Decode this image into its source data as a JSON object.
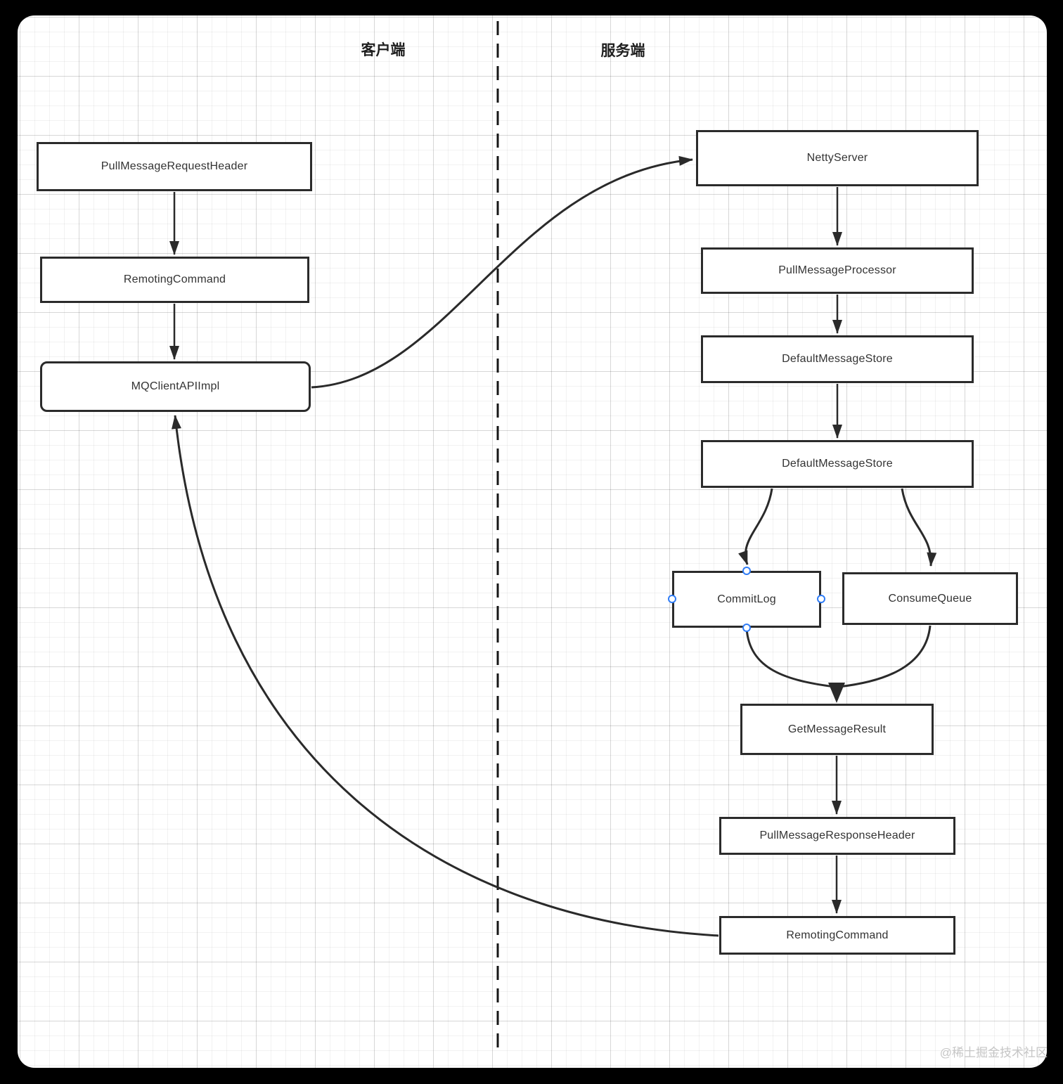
{
  "sections": {
    "client_label": "客户端",
    "server_label": "服务端"
  },
  "nodes": {
    "pullMessageRequestHeader": {
      "label": "PullMessageRequestHeader"
    },
    "remotingCommandClient": {
      "label": "RemotingCommand"
    },
    "mqClientAPIImpl": {
      "label": "MQClientAPIImpl"
    },
    "nettyServer": {
      "label": "NettyServer"
    },
    "pullMessageProcessor": {
      "label": "PullMessageProcessor"
    },
    "defaultMessageStore1": {
      "label": "DefaultMessageStore"
    },
    "defaultMessageStore2": {
      "label": "DefaultMessageStore"
    },
    "commitLog": {
      "label": "CommitLog"
    },
    "consumeQueue": {
      "label": "ConsumeQueue"
    },
    "getMessageResult": {
      "label": "GetMessageResult"
    },
    "pullMessageResponseHeader": {
      "label": "PullMessageResponseHeader"
    },
    "remotingCommandServer": {
      "label": "RemotingCommand"
    }
  },
  "edges": [
    {
      "from": "pullMessageRequestHeader",
      "to": "remotingCommandClient"
    },
    {
      "from": "remotingCommandClient",
      "to": "mqClientAPIImpl"
    },
    {
      "from": "mqClientAPIImpl",
      "to": "nettyServer"
    },
    {
      "from": "nettyServer",
      "to": "pullMessageProcessor"
    },
    {
      "from": "pullMessageProcessor",
      "to": "defaultMessageStore1"
    },
    {
      "from": "defaultMessageStore1",
      "to": "defaultMessageStore2"
    },
    {
      "from": "defaultMessageStore2",
      "to": "commitLog"
    },
    {
      "from": "defaultMessageStore2",
      "to": "consumeQueue"
    },
    {
      "from": "commitLog",
      "to": "getMessageResult"
    },
    {
      "from": "consumeQueue",
      "to": "getMessageResult"
    },
    {
      "from": "getMessageResult",
      "to": "pullMessageResponseHeader"
    },
    {
      "from": "pullMessageResponseHeader",
      "to": "remotingCommandServer"
    },
    {
      "from": "remotingCommandServer",
      "to": "mqClientAPIImpl"
    }
  ],
  "watermark": "@稀土掘金技术社区",
  "colors": {
    "line": "#2a2a2a",
    "connection_point": "#2f7cf6",
    "watermark": "#c6c6c6",
    "canvas": "#ffffff",
    "frame": "#000000"
  }
}
